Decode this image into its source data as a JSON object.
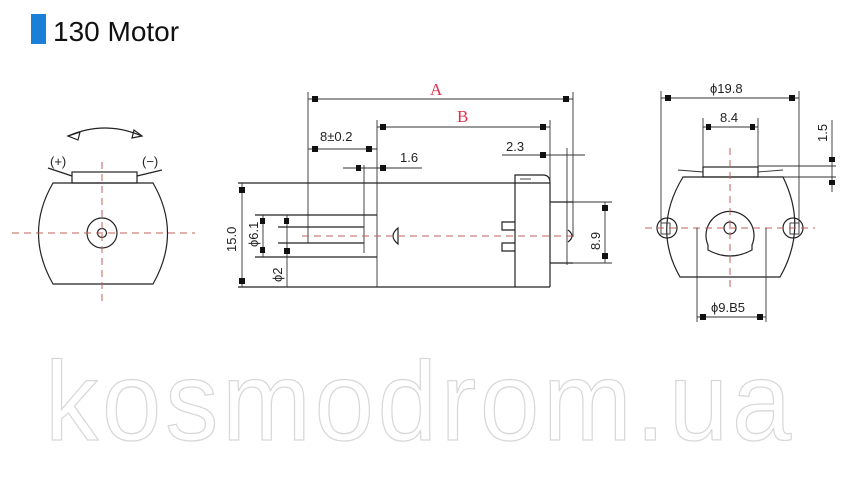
{
  "title": "130 Motor",
  "accent_color": "#1a7fd6",
  "left_view": {
    "plus_label": "(+)",
    "minus_label": "(−)"
  },
  "side_view": {
    "label_a": "A",
    "label_b": "B",
    "dim_shaft_length": "8±0.2",
    "dim_flange": "1.6",
    "dim_endcap": "2.3",
    "dim_height": "15.0",
    "dim_boss_dia": "ϕ6.1",
    "dim_shaft_dia": "ϕ2",
    "dim_bump": "8.9"
  },
  "end_view": {
    "dim_width": "ϕ19.8",
    "dim_tab": "8.4",
    "dim_tab_height": "1.5",
    "dim_inner_dia": "ϕ9.B5"
  },
  "watermark": "kosmodrom.ua"
}
